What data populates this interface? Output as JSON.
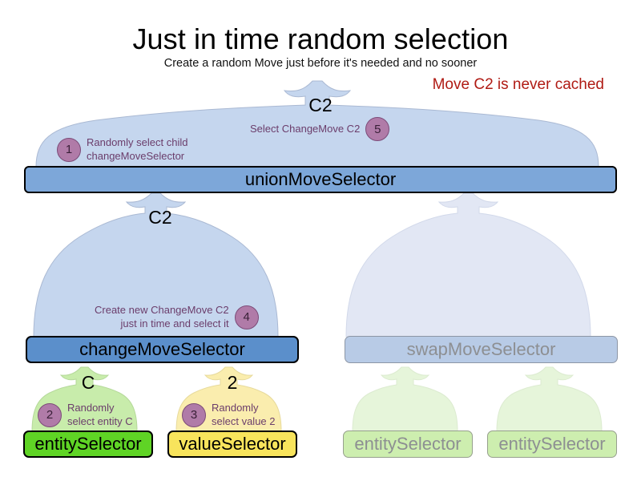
{
  "header": {
    "title": "Just in time random selection",
    "subtitle": "Create a random Move just before it's needed and no sooner",
    "warning": "Move C2 is never cached",
    "warning_color": "#b01b14"
  },
  "nodes": {
    "union": {
      "label": "unionMoveSelector",
      "state": "active",
      "fill": "#7da7d9"
    },
    "change": {
      "label": "changeMoveSelector",
      "state": "active",
      "fill": "#5b8fcb"
    },
    "swap": {
      "label": "swapMoveSelector",
      "state": "faded",
      "fill": "#b8cbe6"
    },
    "entity_active": {
      "label": "entitySelector",
      "state": "active",
      "fill": "#5fd425"
    },
    "value_active": {
      "label": "valueSelector",
      "state": "active",
      "fill": "#f8e45c"
    },
    "entity_faded_1": {
      "label": "entitySelector",
      "state": "faded",
      "fill": "#cdeeaf"
    },
    "entity_faded_2": {
      "label": "entitySelector",
      "state": "faded",
      "fill": "#cdeeaf"
    }
  },
  "flow_labels": {
    "top": "C2",
    "middle": "C2",
    "entity": "C",
    "value": "2"
  },
  "annotations": [
    {
      "number": "1",
      "line1": "Randomly select child",
      "line2": "changeMoveSelector"
    },
    {
      "number": "5",
      "line1": "Select ChangeMove C2",
      "line2": ""
    },
    {
      "number": "4",
      "line1": "Create new ChangeMove C2",
      "line2": "just in time and select it"
    },
    {
      "number": "2",
      "line1": "Randomly",
      "line2": "select entity C"
    },
    {
      "number": "3",
      "line1": "Randomly",
      "line2": "select value 2"
    }
  ],
  "palette": {
    "arrow_active": "#c5d6ee",
    "arrow_faded": "#e2e7f4",
    "arrow_green_active": "#c8ecab",
    "arrow_yellow_active": "#faedae",
    "arrow_green_faded": "#e6f5da",
    "badge_fill": "#b07ba8",
    "badge_stroke": "#7c4b78",
    "annotation_text": "#6b3d6b",
    "faded_text": "#8d8f92"
  }
}
